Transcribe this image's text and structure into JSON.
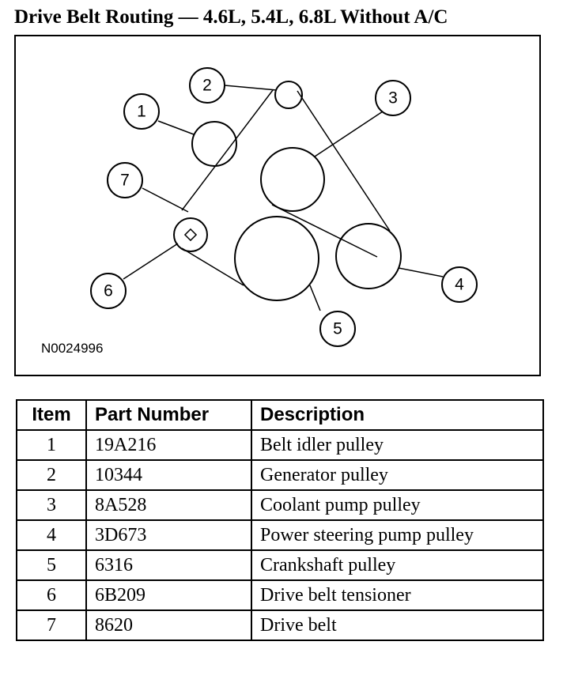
{
  "title": "Drive Belt Routing — 4.6L, 5.4L, 6.8L Without A/C",
  "diagram": {
    "figure_id": "N0024996",
    "callouts": [
      "1",
      "2",
      "3",
      "4",
      "5",
      "6",
      "7"
    ]
  },
  "table": {
    "headers": [
      "Item",
      "Part Number",
      "Description"
    ],
    "rows": [
      {
        "item": "1",
        "part_number": "19A216",
        "description": "Belt idler pulley"
      },
      {
        "item": "2",
        "part_number": "10344",
        "description": "Generator pulley"
      },
      {
        "item": "3",
        "part_number": "8A528",
        "description": "Coolant pump pulley"
      },
      {
        "item": "4",
        "part_number": "3D673",
        "description": "Power steering pump pulley"
      },
      {
        "item": "5",
        "part_number": "6316",
        "description": "Crankshaft pulley"
      },
      {
        "item": "6",
        "part_number": "6B209",
        "description": "Drive belt tensioner"
      },
      {
        "item": "7",
        "part_number": "8620",
        "description": "Drive belt"
      }
    ]
  }
}
